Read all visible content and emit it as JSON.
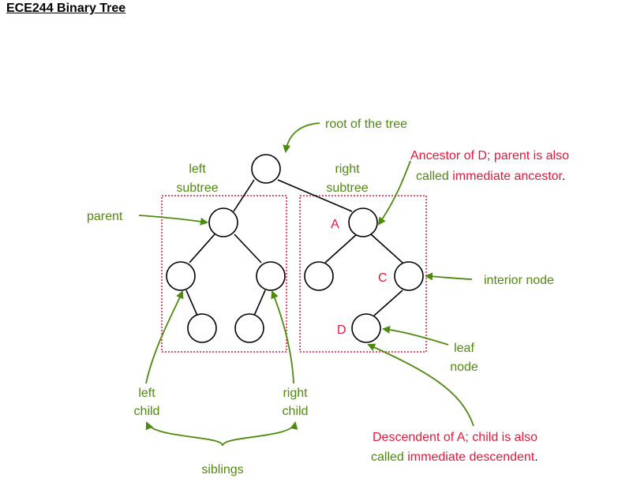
{
  "title": "ECE244 Binary Tree",
  "colors": {
    "green": "#4e8a0e",
    "red": "#e8173a",
    "box": "#e8173a",
    "ink": "#000000"
  },
  "labels": {
    "root": "root of the tree",
    "left_subtree": [
      "left",
      "subtree"
    ],
    "right_subtree": [
      "right",
      "subtree"
    ],
    "parent": "parent",
    "node_a": "A",
    "node_c": "C",
    "node_d": "D",
    "interior_node": "interior node",
    "leaf_node": [
      "leaf",
      "node"
    ],
    "left_child": [
      "left",
      "child"
    ],
    "right_child": [
      "right",
      "child"
    ],
    "siblings": "siblings",
    "ancestor": {
      "line1": "Ancestor of D; parent is also",
      "line2_prefix": "called ",
      "line2_highlight": "immediate ancestor",
      "line2_suffix": "."
    },
    "descendent": {
      "line1_highlight": "Descendent",
      "line1_rest": " of A; child is also",
      "line2_prefix": "called ",
      "line2_highlight": "immediate descendent",
      "line2_suffix": "."
    }
  }
}
